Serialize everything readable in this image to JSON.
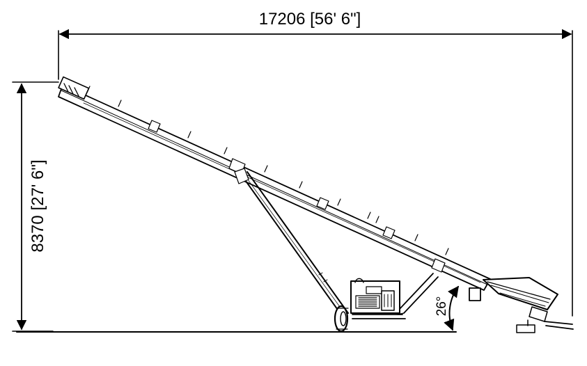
{
  "dimensions": {
    "length_label": "17206 [56' 6\"]",
    "height_label": "8370 [27' 6\"]",
    "angle_label": "26°"
  },
  "colors": {
    "line": "#000000",
    "background": "#ffffff"
  }
}
